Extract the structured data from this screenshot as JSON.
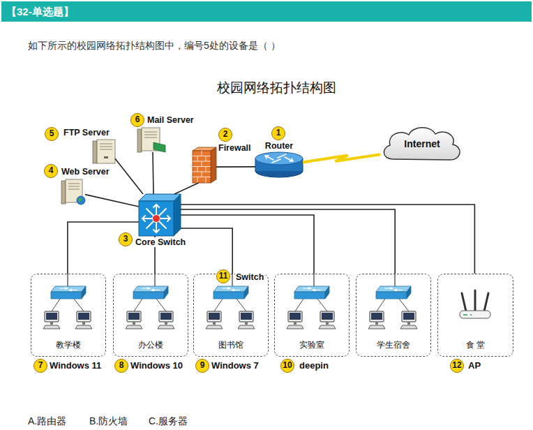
{
  "diagram": {
    "title": "校园网络拓扑结构图",
    "nodes": [
      {
        "text": [
          "【32-单选题】"
        ]
      },
      {
        "text": [
          "Internet"
        ]
      },
      {
        "text": [
          "Router"
        ]
      },
      {
        "text": [
          "Firewall"
        ]
      },
      {
        "text": [
          "Mail Server"
        ]
      },
      {
        "text": [
          "FTP Server"
        ]
      },
      {
        "text": [
          "Web Server"
        ]
      },
      {
        "text": [
          "Core Switch"
        ]
      },
      {
        "text": [
          "教学楼"
        ]
      },
      {
        "text": [
          "办公楼"
        ]
      },
      {
        "text": [
          "图书馆"
        ]
      },
      {
        "text": [
          "实验室"
        ]
      },
      {
        "text": [
          "学生宿舍"
        ]
      },
      {
        "text": [
          "食 堂"
        ]
      }
    ],
    "edges": [
      {
        "from": 2,
        "to": 1,
        "arrow": "none"
      },
      {
        "from": 3,
        "to": 2,
        "arrow": "none"
      },
      {
        "from": 3,
        "to": 7,
        "arrow": "none"
      },
      {
        "from": 4,
        "to": 7,
        "arrow": "none"
      },
      {
        "from": 5,
        "to": 7,
        "arrow": "none"
      },
      {
        "from": 6,
        "to": 7,
        "arrow": "none"
      },
      {
        "from": 7,
        "to": 8,
        "arrow": "none"
      },
      {
        "from": 7,
        "to": 9,
        "arrow": "none"
      },
      {
        "from": 7,
        "to": 10,
        "arrow": "none"
      },
      {
        "from": 7,
        "to": 11,
        "arrow": "none"
      },
      {
        "from": 7,
        "to": 12,
        "arrow": "none"
      },
      {
        "from": 7,
        "to": 13,
        "arrow": "none"
      }
    ],
    "labels": [
      "如下所示的校园网络拓扑结构图中，编号5处的设备是（  ）",
      "1",
      "2",
      "3",
      "4",
      "5",
      "6",
      "7",
      "8",
      "9",
      "10",
      "11",
      "12",
      "Switch",
      "Windows 11",
      "Windows 10",
      "Windows 7",
      "deepin",
      "AP",
      "A.路由器",
      "B.防火墙",
      "C.服务器"
    ]
  }
}
